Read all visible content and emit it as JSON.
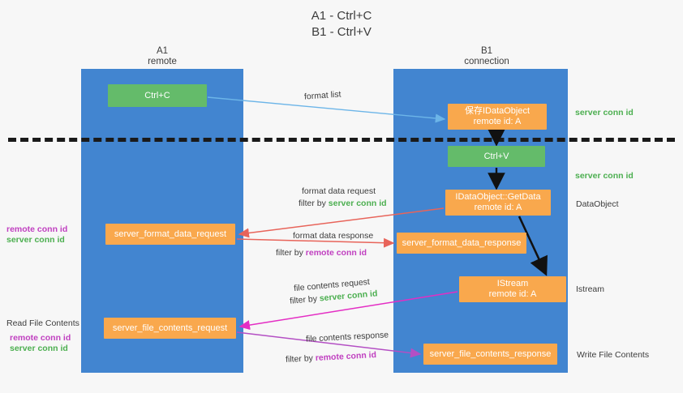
{
  "title": "A1 - Ctrl+C\nB1 - Ctrl+V",
  "columns": {
    "left": {
      "name": "A1",
      "role": "remote",
      "header": "A1\nremote"
    },
    "right": {
      "name": "B1",
      "role": "connection",
      "header": "B1\nconnection"
    }
  },
  "nodes": {
    "ctrl_c": {
      "label": "Ctrl+C",
      "color": "#64bb6a",
      "lane": "A1"
    },
    "save_idataobject": {
      "label": "保存IDataObject",
      "sub": "remote id: A",
      "color": "#f9a84d",
      "lane": "B1"
    },
    "ctrl_v": {
      "label": "Ctrl+V",
      "color": "#64bb6a",
      "lane": "B1"
    },
    "getdata": {
      "label": "IDataObject::GetData",
      "sub": "remote id: A",
      "color": "#f9a84d",
      "lane": "B1"
    },
    "istream": {
      "label": "IStream",
      "sub": "remote id: A",
      "color": "#f9a84d",
      "lane": "B1"
    },
    "format_data_request": {
      "label": "server_format_data_request",
      "color": "#f9a84d",
      "lane": "A1"
    },
    "format_data_response": {
      "label": "server_format_data_response",
      "color": "#f9a84d",
      "lane": "B1"
    },
    "file_contents_request": {
      "label": "server_file_contents_request",
      "color": "#f9a84d",
      "lane": "A1"
    },
    "file_contents_response": {
      "label": "server_file_contents_response",
      "color": "#f9a84d",
      "lane": "B1"
    }
  },
  "edges": {
    "format_list": {
      "label": "format list",
      "color": "#6cb5e8"
    },
    "format_data_request": {
      "label": "format data request",
      "filter_prefix": "filter by ",
      "filter_key": "server conn id",
      "color": "#e8645a",
      "key_color": "#4caf50"
    },
    "format_data_response": {
      "label": "format data response",
      "filter_prefix": "filter by ",
      "filter_key": "remote conn id",
      "color": "#e8645a",
      "key_color": "#c040c0"
    },
    "file_contents_request": {
      "label": "file contents request",
      "filter_prefix": "filter by ",
      "filter_key": "server conn id",
      "color": "#e42ec4",
      "key_color": "#4caf50"
    },
    "file_contents_response": {
      "label": "file contents response",
      "filter_prefix": "filter by ",
      "filter_key": "remote conn id",
      "color": "#b44fc4",
      "key_color": "#c040c0"
    }
  },
  "annotations": {
    "right": {
      "server_conn_id_top": "server conn id",
      "server_conn_id_mid": "server conn id",
      "dataobject": "DataObject",
      "istream": "Istream",
      "write_file_contents": "Write File Contents"
    },
    "left": {
      "remote_conn_id_1": "remote conn id",
      "server_conn_id_1": "server conn id",
      "read_file_contents": "Read File Contents",
      "remote_conn_id_2": "remote conn id",
      "server_conn_id_2": "server conn id"
    }
  },
  "colors": {
    "lane": "#4285d0",
    "green": "#64bb6a",
    "orange": "#f9a84d",
    "magenta": "#c040c0",
    "green_text": "#4caf50",
    "background": "#f7f7f7",
    "divider": "#1a1a1a"
  }
}
